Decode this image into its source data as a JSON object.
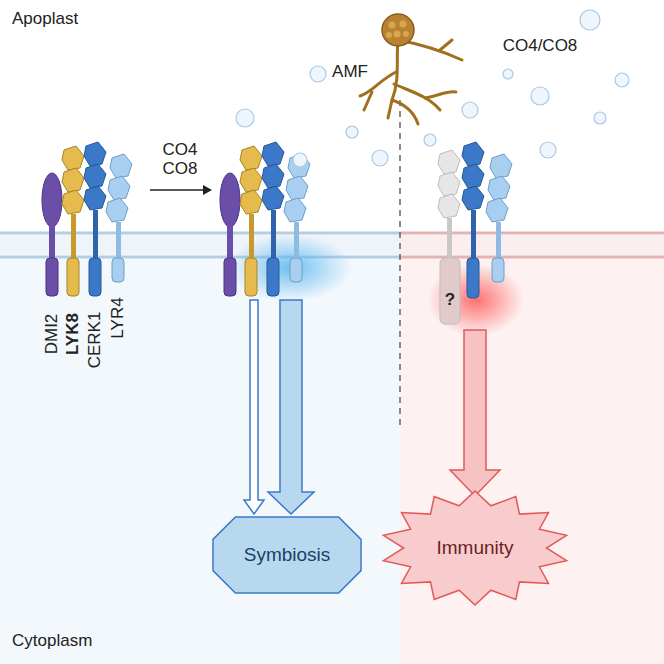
{
  "diagram": {
    "nodes": [
      {
        "text": [
          "Symbiosis"
        ]
      },
      {
        "text": [
          "Immunity"
        ]
      }
    ],
    "labels": [
      "Apoplast",
      "Cytoplasm",
      "CO4 CO8",
      "AMF",
      "CO4/CO8",
      "DMI2",
      "LYK8",
      "CERK1",
      "LYR4",
      "?"
    ]
  }
}
